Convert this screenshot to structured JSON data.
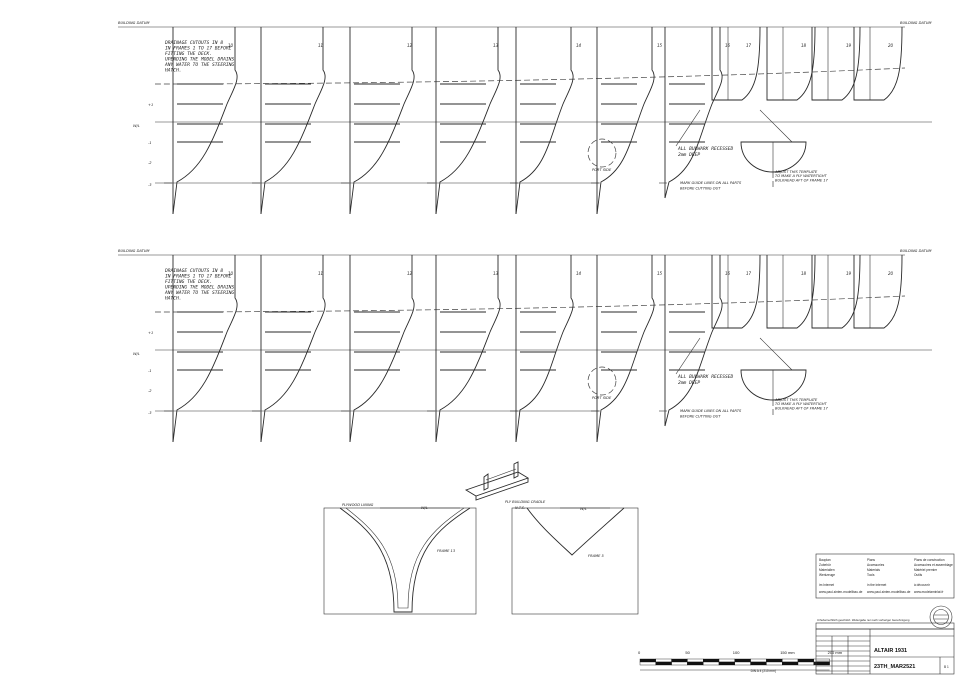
{
  "sheet": {
    "labels": {
      "building_datum": "BUILDING DATUM",
      "wl": "W/L",
      "drainage_note": [
        "DRAINAGE CUTOUTS IN 8",
        "IN FRAMES 1 TO 17 BEFORE",
        "FITTING THE DECK.",
        "UPENDING THE MODEL DRAINS",
        "ANY WATER TO THE STEERING",
        "HATCH."
      ],
      "bulwark_note": [
        "ALL BULWARK RECESSED",
        "2mm DEEP"
      ],
      "port_side": "PORT SIDE",
      "guide_note": [
        "MARK GUIDE LINES ON ALL PARTS",
        "BEFORE CUTTING OUT"
      ],
      "template_note": [
        "ADJUST THIS TEMPLATE",
        "TO MAKE A PLY WATERTIGHT",
        "BULKHEAD AFT OF FRAME 17"
      ],
      "level_marks": [
        "+1",
        "-1",
        "-2",
        "-3"
      ],
      "frame_numbers": [
        "10",
        "11",
        "12",
        "13",
        "14",
        "15",
        "16",
        "17",
        "18",
        "19",
        "20"
      ]
    },
    "details": {
      "building_cradle": [
        "PLY BUILDING CRADLE",
        "N.T.S."
      ],
      "plywood_lining": "PLYWOOD LINING",
      "frame_a": "FRAME 13",
      "frame_b": "FRAME 5",
      "wl": "W/L"
    },
    "info_box": {
      "col1": [
        "Bauplan",
        "Zubehör",
        "Materialien",
        "Werkzeuge"
      ],
      "col2": [
        "Plans",
        "Accessories",
        "Materials",
        "Tools"
      ],
      "col3": [
        "Plans de construction",
        "Accessoires et assemblage",
        "Matériel premier",
        "Outils"
      ],
      "web": [
        "im Internet",
        "in the internet",
        "à découvrir"
      ],
      "urls": [
        "www.paul-sinten-modellbau.de",
        "www.paul-sinten-modellbau.de",
        "www.modelaminlat.fr"
      ]
    },
    "scale_bar": {
      "ticks": [
        "0",
        "50",
        "100",
        "150 mm",
        "200 mm"
      ],
      "paper": "DIN A 4 (210 mm)"
    },
    "title_block": {
      "copyright": "Urheberrechtlich geschützt. Weitergabe nur nach vorheriger Genehmigung",
      "model": "ALTAIR 1931",
      "drawing_number": "23TH_MAR2521",
      "sheet_tag": "B 1"
    },
    "colors": {
      "ink": "#2a2a2a",
      "paper": "#ffffff"
    }
  }
}
